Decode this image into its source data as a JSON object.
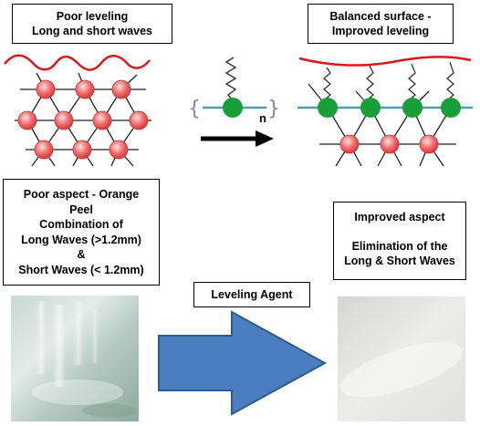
{
  "boxes": {
    "poor_leveling": [
      "Poor leveling",
      "Long and short waves"
    ],
    "balanced_surface": [
      "Balanced surface -",
      "Improved leveling"
    ],
    "poor_aspect": [
      "Poor aspect - Orange",
      "Peel",
      "Combination of",
      "Long Waves (>1.2mm)",
      "&",
      "Short Waves (< 1.2mm)"
    ],
    "improved_aspect": [
      "Improved aspect",
      "",
      "Elimination of the",
      "Long & Short Waves"
    ],
    "leveling_agent": "Leveling Agent"
  },
  "monomer_label": {
    "repeat_unit": "n",
    "bracket_open": "{",
    "bracket_close": "}"
  },
  "colors": {
    "wave": "#d91a1a",
    "particle": "#f07070",
    "additive_head": "#1a9e3a",
    "surface_line": "#4aa0b0",
    "big_arrow": "#4a7ec0",
    "big_arrow_border": "#2e5a90"
  }
}
